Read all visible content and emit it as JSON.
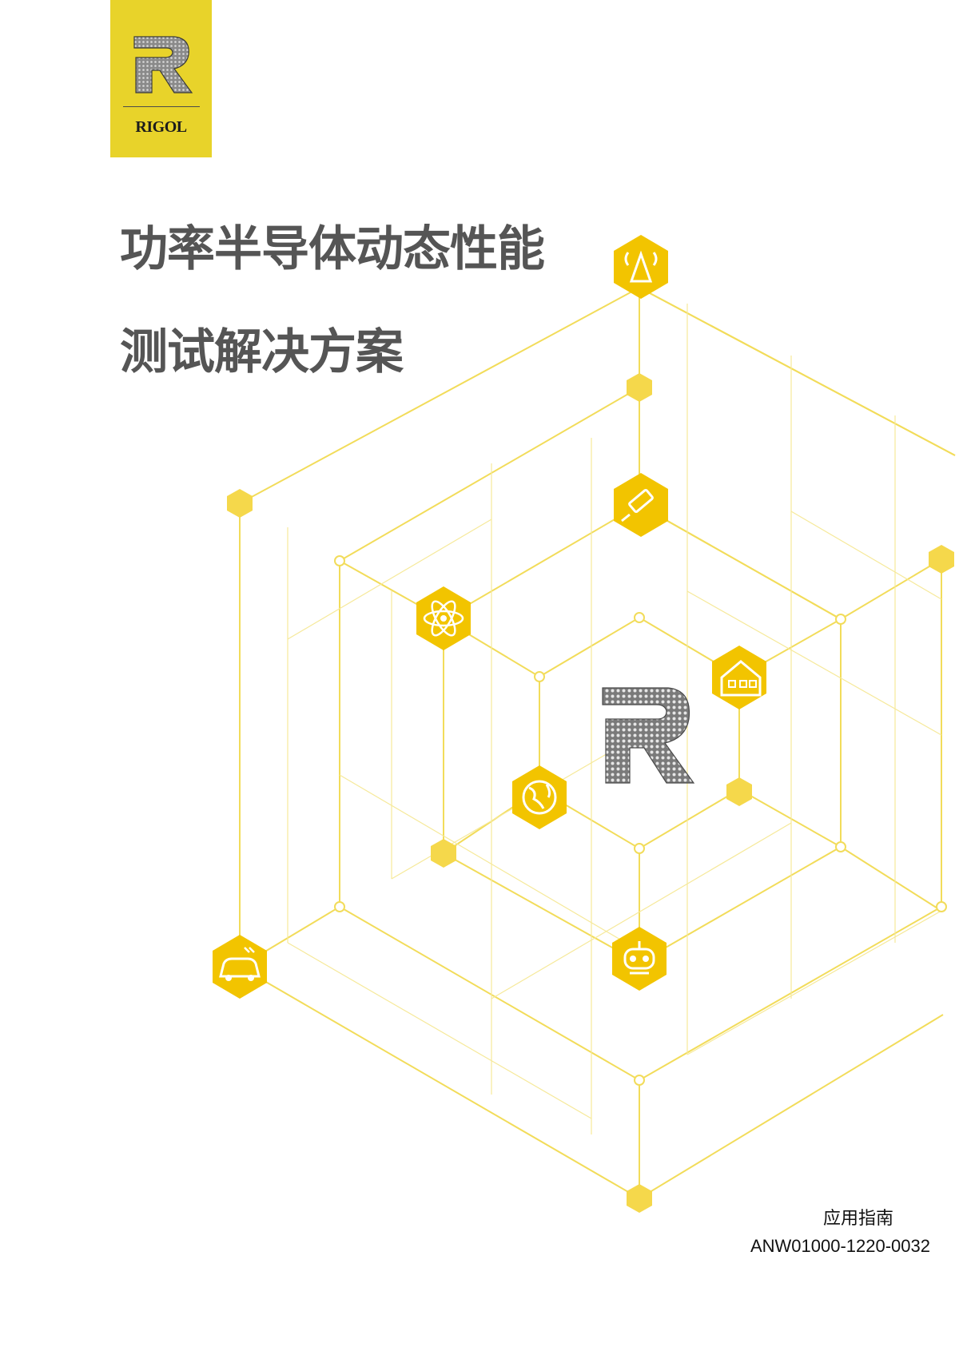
{
  "brand": {
    "name": "RIGOL",
    "color": "#e8d32a"
  },
  "title": {
    "line1": "功率半导体动态性能",
    "line2": "测试解决方案"
  },
  "footer": {
    "doc_type": "应用指南",
    "doc_number": "ANW01000-1220-0032"
  },
  "graphic": {
    "line_color": "#f2dc5a",
    "badge_color": "#f2c400",
    "icons": [
      "signal-tower-icon",
      "satellite-icon",
      "atom-icon",
      "smart-home-icon",
      "globe-icon",
      "robot-icon",
      "electric-car-icon"
    ]
  }
}
